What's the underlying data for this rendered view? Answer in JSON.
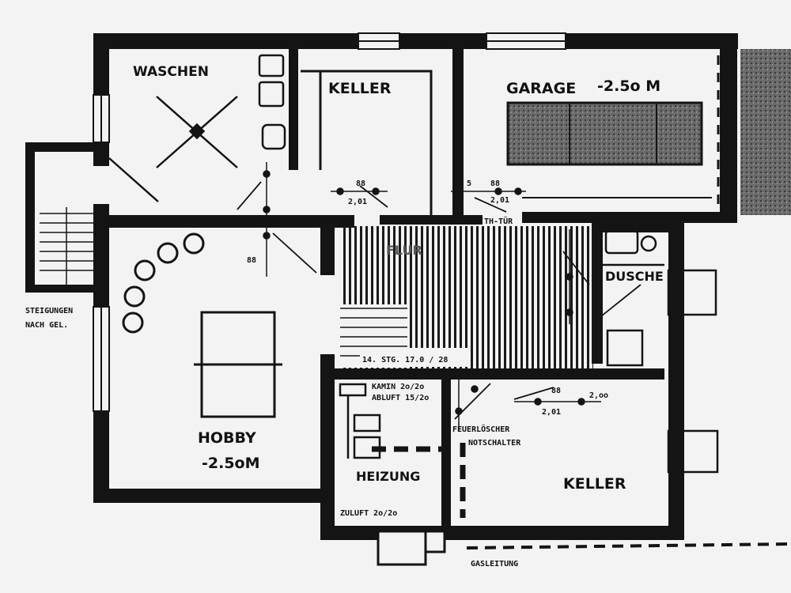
{
  "rooms": {
    "waschen": "WASCHEN",
    "keller_top": "KELLER",
    "garage": "GARAGE",
    "garage_level": "-2.5o M",
    "flur": "FLUR",
    "dusche": "DUSCHE",
    "hobby": "HOBBY",
    "hobby_level": "-2.5oM",
    "heizung": "HEIZUNG",
    "keller_bottom": "KELLER"
  },
  "annotations": {
    "steigungen_1": "STEIGUNGEN",
    "steigungen_2": "NACH GEL.",
    "stairs_spec": "14. STG. 17.0 / 28",
    "kamin": "KAMIN 2o/2o",
    "abluft": "ABLUFT 15/2o",
    "feuerloescher_1": "FEUERLÖSCHER",
    "feuerloescher_2": "NOTSCHALTER",
    "zuluft": "ZULUFT 2o/2o",
    "gasleitung": "GASLEITUNG",
    "th_tuer": "TH-TÜR",
    "dim_88_1": "88",
    "dim_88_2": "88",
    "dim_88_3": "88",
    "dim_88_4": "88",
    "dim_5": "5",
    "dim_201_1": "2,01",
    "dim_201_2": "2,01",
    "dim_201_3": "2,01",
    "dim_200": "2,oo"
  },
  "colors": {
    "wall": "#141414",
    "paper": "#f3f3f3",
    "hatch": "#1a1a1a"
  }
}
